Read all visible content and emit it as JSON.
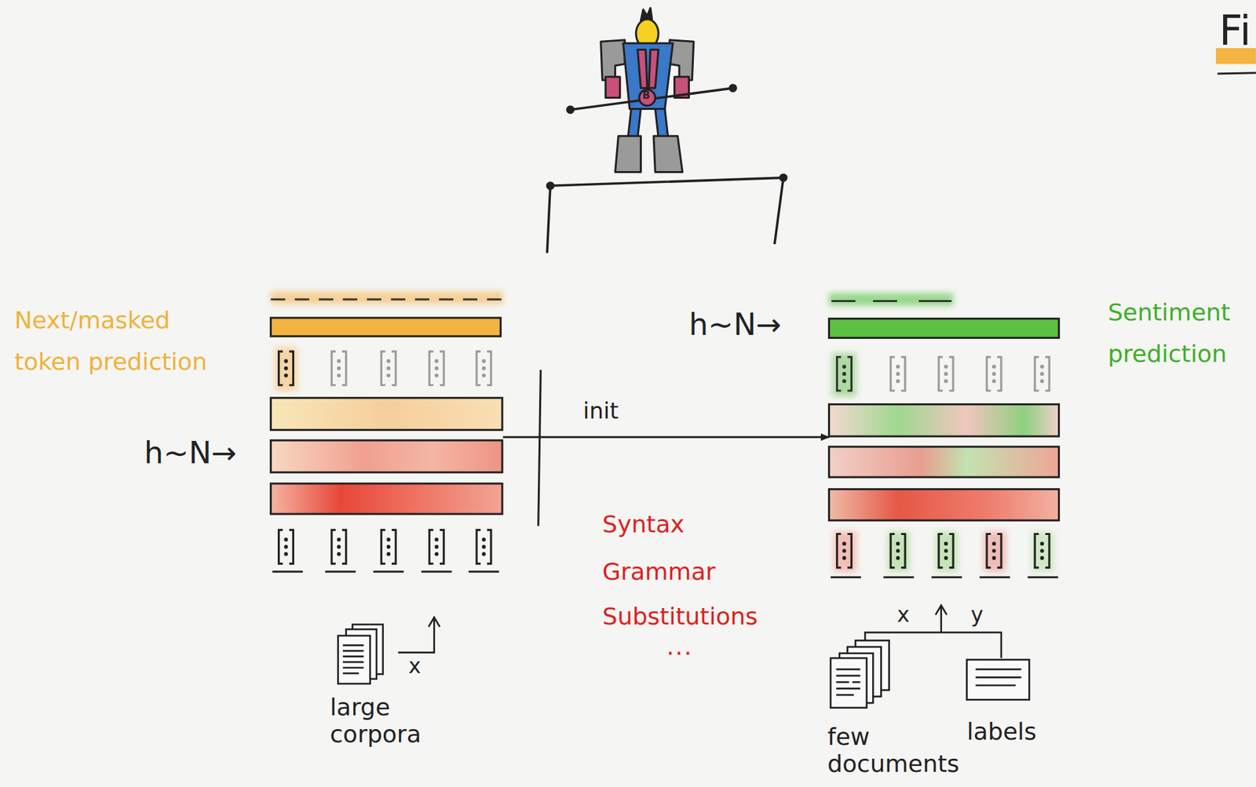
{
  "diagram": {
    "title": "Fi",
    "nodes": [
      {
        "text": [
          "Next/masked token prediction"
        ]
      },
      {
        "text": [
          "Sentiment prediction"
        ]
      }
    ],
    "edges": [
      {
        "from": 0,
        "to": 1,
        "label": "init",
        "arrow": "to"
      }
    ],
    "labels": [
      "h~N→",
      "h~N→",
      "Syntax",
      "Grammar",
      "Substitutions",
      "...",
      "x",
      "large corpora",
      "x",
      "y",
      "few documents",
      "labels",
      "B"
    ]
  }
}
